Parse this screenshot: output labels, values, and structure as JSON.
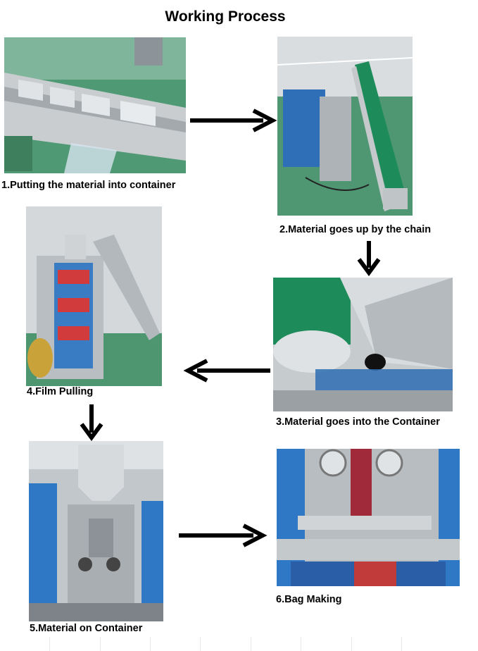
{
  "page": {
    "title": "Working Process"
  },
  "steps": [
    {
      "caption": "1.Putting the material into container"
    },
    {
      "caption": "2.Material goes up by the chain"
    },
    {
      "caption": "3.Material goes into the Container"
    },
    {
      "caption": "4.Film Pulling"
    },
    {
      "caption": "5.Material on Container"
    },
    {
      "caption": "6.Bag Making"
    }
  ],
  "colors": {
    "arrow": "#000000",
    "floor_green": "#4f9a74",
    "steel": "#b9bec2",
    "machine_blue": "#2f6fb8"
  }
}
